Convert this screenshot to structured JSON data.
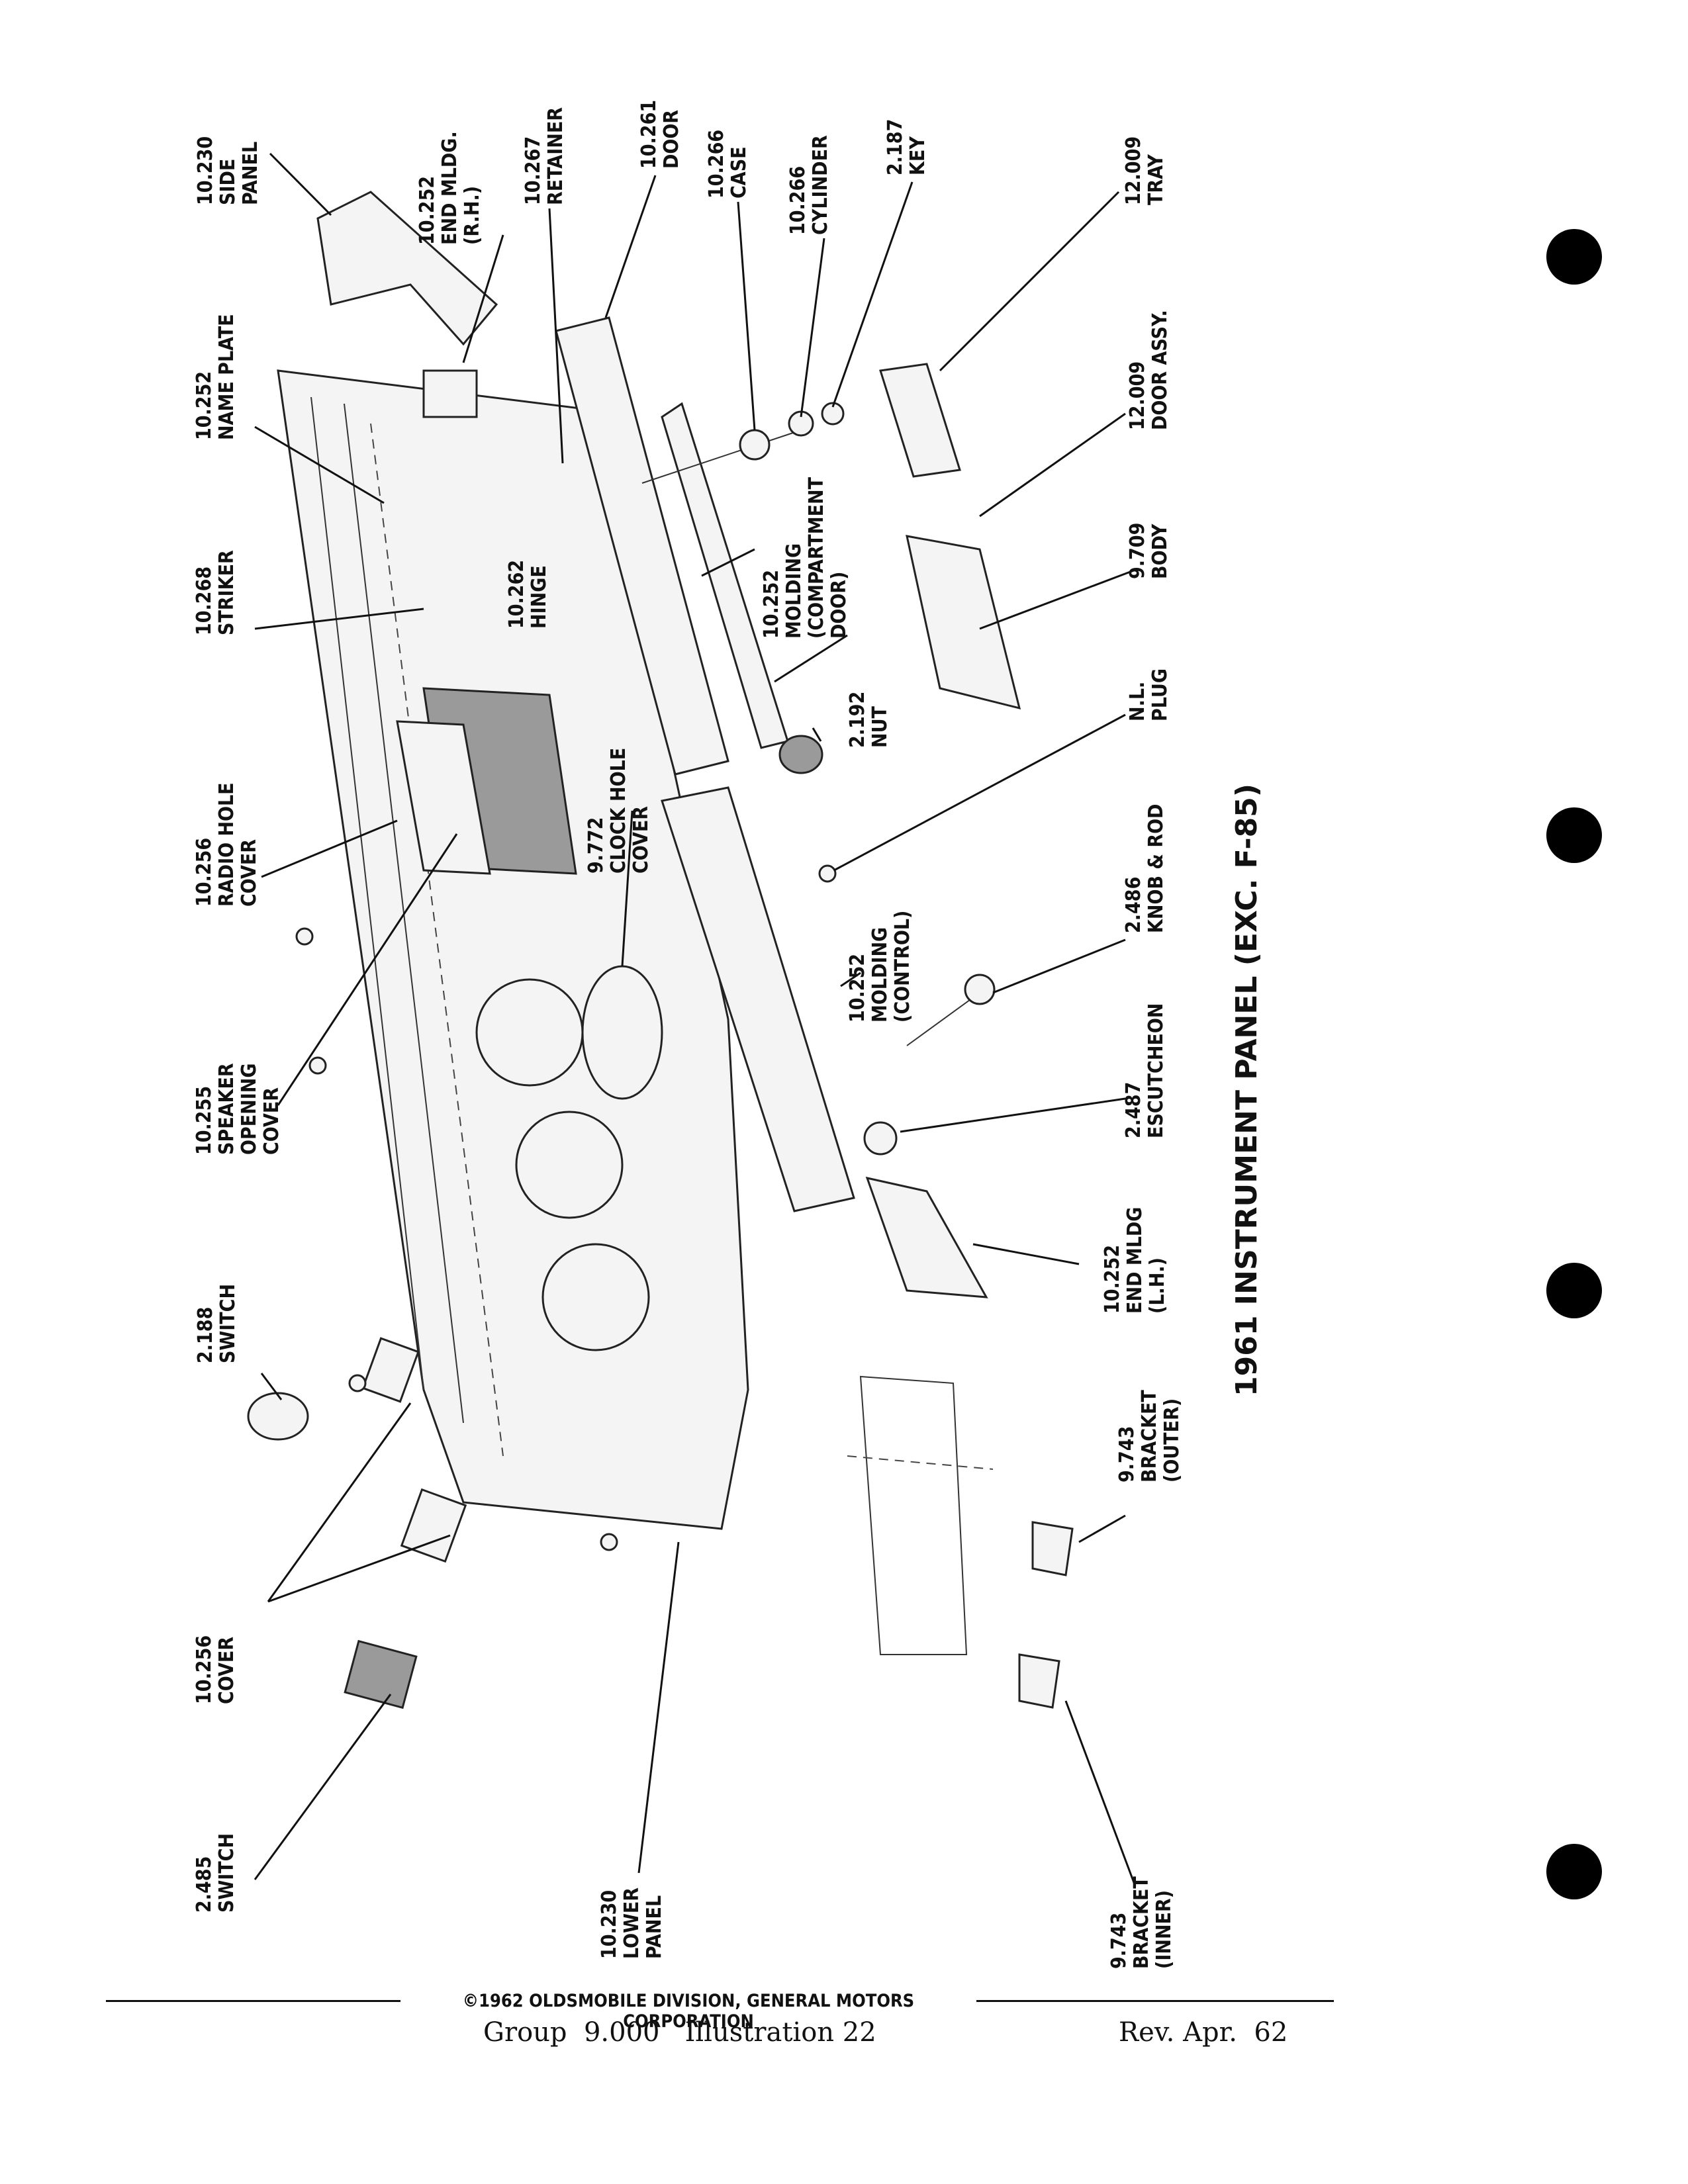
{
  "title": "1961 INSTRUMENT PANEL (EXC. F-85)",
  "labels": [
    {
      "num": "10.230",
      "lines": [
        "SIDE",
        "PANEL"
      ]
    },
    {
      "num": "10.252",
      "lines": [
        "END MLDG.",
        "(R.H.)"
      ]
    },
    {
      "num": "10.267",
      "lines": [
        "RETAINER"
      ]
    },
    {
      "num": "10.261",
      "lines": [
        "DOOR"
      ]
    },
    {
      "num": "10.266",
      "lines": [
        "CASE"
      ]
    },
    {
      "num": "10.266",
      "lines": [
        "CYLINDER"
      ]
    },
    {
      "num": "2.187",
      "lines": [
        "KEY"
      ]
    },
    {
      "num": "12.009",
      "lines": [
        "TRAY"
      ]
    },
    {
      "num": "10.252",
      "lines": [
        "NAME PLATE"
      ]
    },
    {
      "num": "10.262",
      "lines": [
        "HINGE"
      ]
    },
    {
      "num": "10.252",
      "lines": [
        "MOLDING",
        "(COMPARTMENT",
        "DOOR)"
      ]
    },
    {
      "num": "12.009",
      "lines": [
        "DOOR ASSY."
      ]
    },
    {
      "num": "9.709",
      "lines": [
        "BODY"
      ]
    },
    {
      "num": "10.268",
      "lines": [
        "STRIKER"
      ]
    },
    {
      "num": "2.192",
      "lines": [
        "NUT"
      ]
    },
    {
      "num": "N.L.",
      "lines": [
        "PLUG"
      ]
    },
    {
      "num": "10.256",
      "lines": [
        "RADIO HOLE",
        "COVER"
      ]
    },
    {
      "num": "9.772",
      "lines": [
        "CLOCK HOLE",
        "COVER"
      ]
    },
    {
      "num": "2.486",
      "lines": [
        "KNOB & ROD"
      ]
    },
    {
      "num": "10.252",
      "lines": [
        "MOLDING",
        "(CONTROL)"
      ]
    },
    {
      "num": "10.255",
      "lines": [
        "SPEAKER",
        "OPENING",
        "COVER"
      ]
    },
    {
      "num": "2.487",
      "lines": [
        "ESCUTCHEON"
      ]
    },
    {
      "num": "10.252",
      "lines": [
        "END MLDG",
        "(L.H.)"
      ]
    },
    {
      "num": "2.188",
      "lines": [
        "SWITCH"
      ]
    },
    {
      "num": "9.743",
      "lines": [
        "BRACKET",
        "(OUTER)"
      ]
    },
    {
      "num": "10.256",
      "lines": [
        "COVER"
      ]
    },
    {
      "num": "2.485",
      "lines": [
        "SWITCH"
      ]
    },
    {
      "num": "10.230",
      "lines": [
        "LOWER",
        "PANEL"
      ]
    },
    {
      "num": "9.743",
      "lines": [
        "BRACKET",
        "(INNER)"
      ]
    }
  ],
  "footer": {
    "copyright": "©1962 OLDSMOBILE DIVISION, GENERAL MOTORS CORPORATION",
    "group": "Group  9.000   Illustration 22",
    "revision": "Rev. Apr.  62"
  },
  "colors": {
    "ink": "#111111",
    "paper": "#ffffff"
  }
}
